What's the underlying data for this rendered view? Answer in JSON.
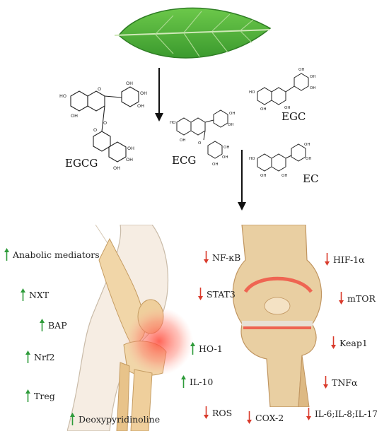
{
  "molecules": {
    "egcg": "EGCG",
    "ecg": "ECG",
    "egc": "EGC",
    "ec": "EC"
  },
  "colors": {
    "up_arrow": "#2e9b3a",
    "down_arrow": "#d93a2b",
    "leaf": "#4caf3a",
    "bone": "#e3c79a",
    "inflammation": "#ff5a4a"
  },
  "up_markers": [
    {
      "label": "Anabolic mediators"
    },
    {
      "label": "NXT"
    },
    {
      "label": "BAP"
    },
    {
      "label": "Nrf2"
    },
    {
      "label": "Treg"
    },
    {
      "label": "Deoxypyridinoline"
    },
    {
      "label": "HO-1"
    },
    {
      "label": "IL-10"
    }
  ],
  "down_markers": [
    {
      "label": "NF-κB"
    },
    {
      "label": "STAT3"
    },
    {
      "label": "ROS"
    },
    {
      "label": "COX-2"
    },
    {
      "label": "HIF-1α"
    },
    {
      "label": "mTOR"
    },
    {
      "label": "Keap1"
    },
    {
      "label": "TNFα"
    },
    {
      "label": "IL-6;IL-8;IL-17"
    }
  ]
}
